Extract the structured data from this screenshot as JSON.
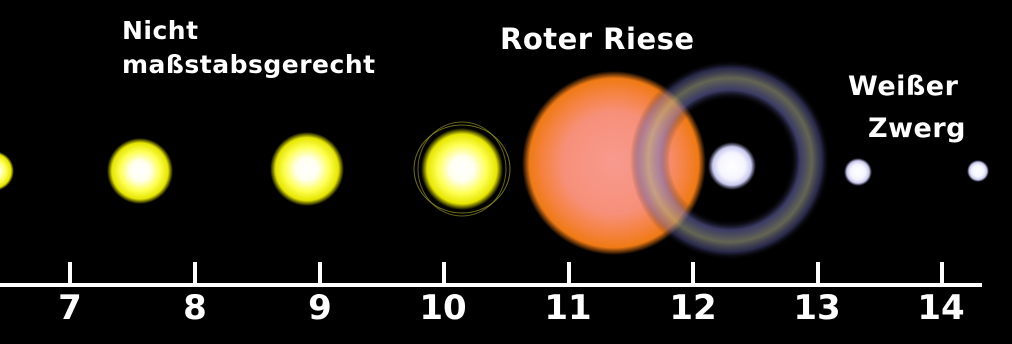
{
  "labels": {
    "not_to_scale_line1": "Nicht",
    "not_to_scale_line2": "maßstabsgerecht",
    "red_giant": "Roter Riese",
    "white_dwarf_line1": "Weißer",
    "white_dwarf_line2": "Zwerg"
  },
  "axis": {
    "ticks": [
      "7",
      "8",
      "9",
      "10",
      "11",
      "12",
      "13",
      "14"
    ]
  },
  "stages": [
    {
      "name": "sun-stage-6",
      "color": "#f5f000"
    },
    {
      "name": "sun-stage-7",
      "color": "#f5f000"
    },
    {
      "name": "sun-stage-8",
      "color": "#f5f000"
    },
    {
      "name": "sun-stage-10",
      "color": "#f5f000"
    },
    {
      "name": "red-giant",
      "color": "#f08a5a"
    },
    {
      "name": "planetary-nebula",
      "color": "#8a8ad0"
    },
    {
      "name": "white-dwarf-13",
      "color": "#ffffff"
    },
    {
      "name": "white-dwarf-14",
      "color": "#ffffff"
    }
  ]
}
